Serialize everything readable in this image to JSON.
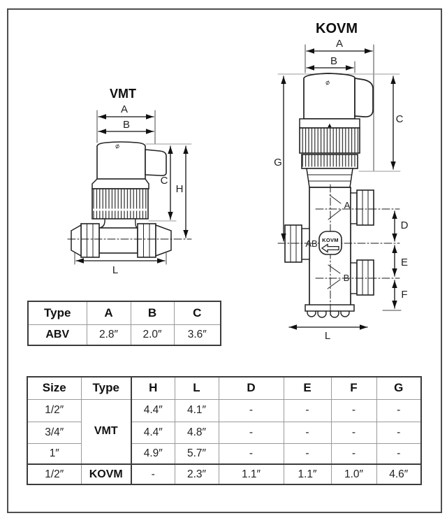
{
  "page": {
    "background": "#ffffff",
    "border_color": "#4e4e4e"
  },
  "drawings": {
    "vmt": {
      "title": "VMT",
      "labels": {
        "dim_a": "A",
        "dim_b": "B",
        "dim_c": "C",
        "dim_h": "H",
        "dim_l": "L",
        "diameter": "⌀"
      }
    },
    "kovm": {
      "title": "KOVM",
      "labels": {
        "dim_a": "A",
        "dim_b": "B",
        "dim_c": "C",
        "dim_d": "D",
        "dim_e": "E",
        "dim_f": "F",
        "dim_g": "G",
        "dim_l": "L",
        "port_a": "A",
        "port_b": "B",
        "port_ab": "AB",
        "badge": "KOVM",
        "diameter": "⌀",
        "cap_marker": "▲"
      }
    }
  },
  "abv_table": {
    "headers": [
      "Type",
      "A",
      "B",
      "C"
    ],
    "row": {
      "type": "ABV",
      "a": "2.8″",
      "b": "2.0″",
      "c": "3.6″"
    }
  },
  "size_table": {
    "headers": [
      "Size",
      "Type",
      "H",
      "L",
      "D",
      "E",
      "F",
      "G"
    ],
    "rows": [
      {
        "size": "1/2″",
        "type": "VMT",
        "h": "4.4″",
        "l": "4.1″",
        "d": "-",
        "e": "-",
        "f": "-",
        "g": "-"
      },
      {
        "size": "3/4″",
        "h": "4.4″",
        "l": "4.8″",
        "d": "-",
        "e": "-",
        "f": "-",
        "g": "-"
      },
      {
        "size": "1″",
        "h": "4.9″",
        "l": "5.7″",
        "d": "-",
        "e": "-",
        "f": "-",
        "g": "-"
      },
      {
        "size": "1/2″",
        "type": "KOVM",
        "h": "-",
        "l": "2.3″",
        "d": "1.1″",
        "e": "1.1″",
        "f": "1.0″",
        "g": "4.6″"
      }
    ]
  }
}
